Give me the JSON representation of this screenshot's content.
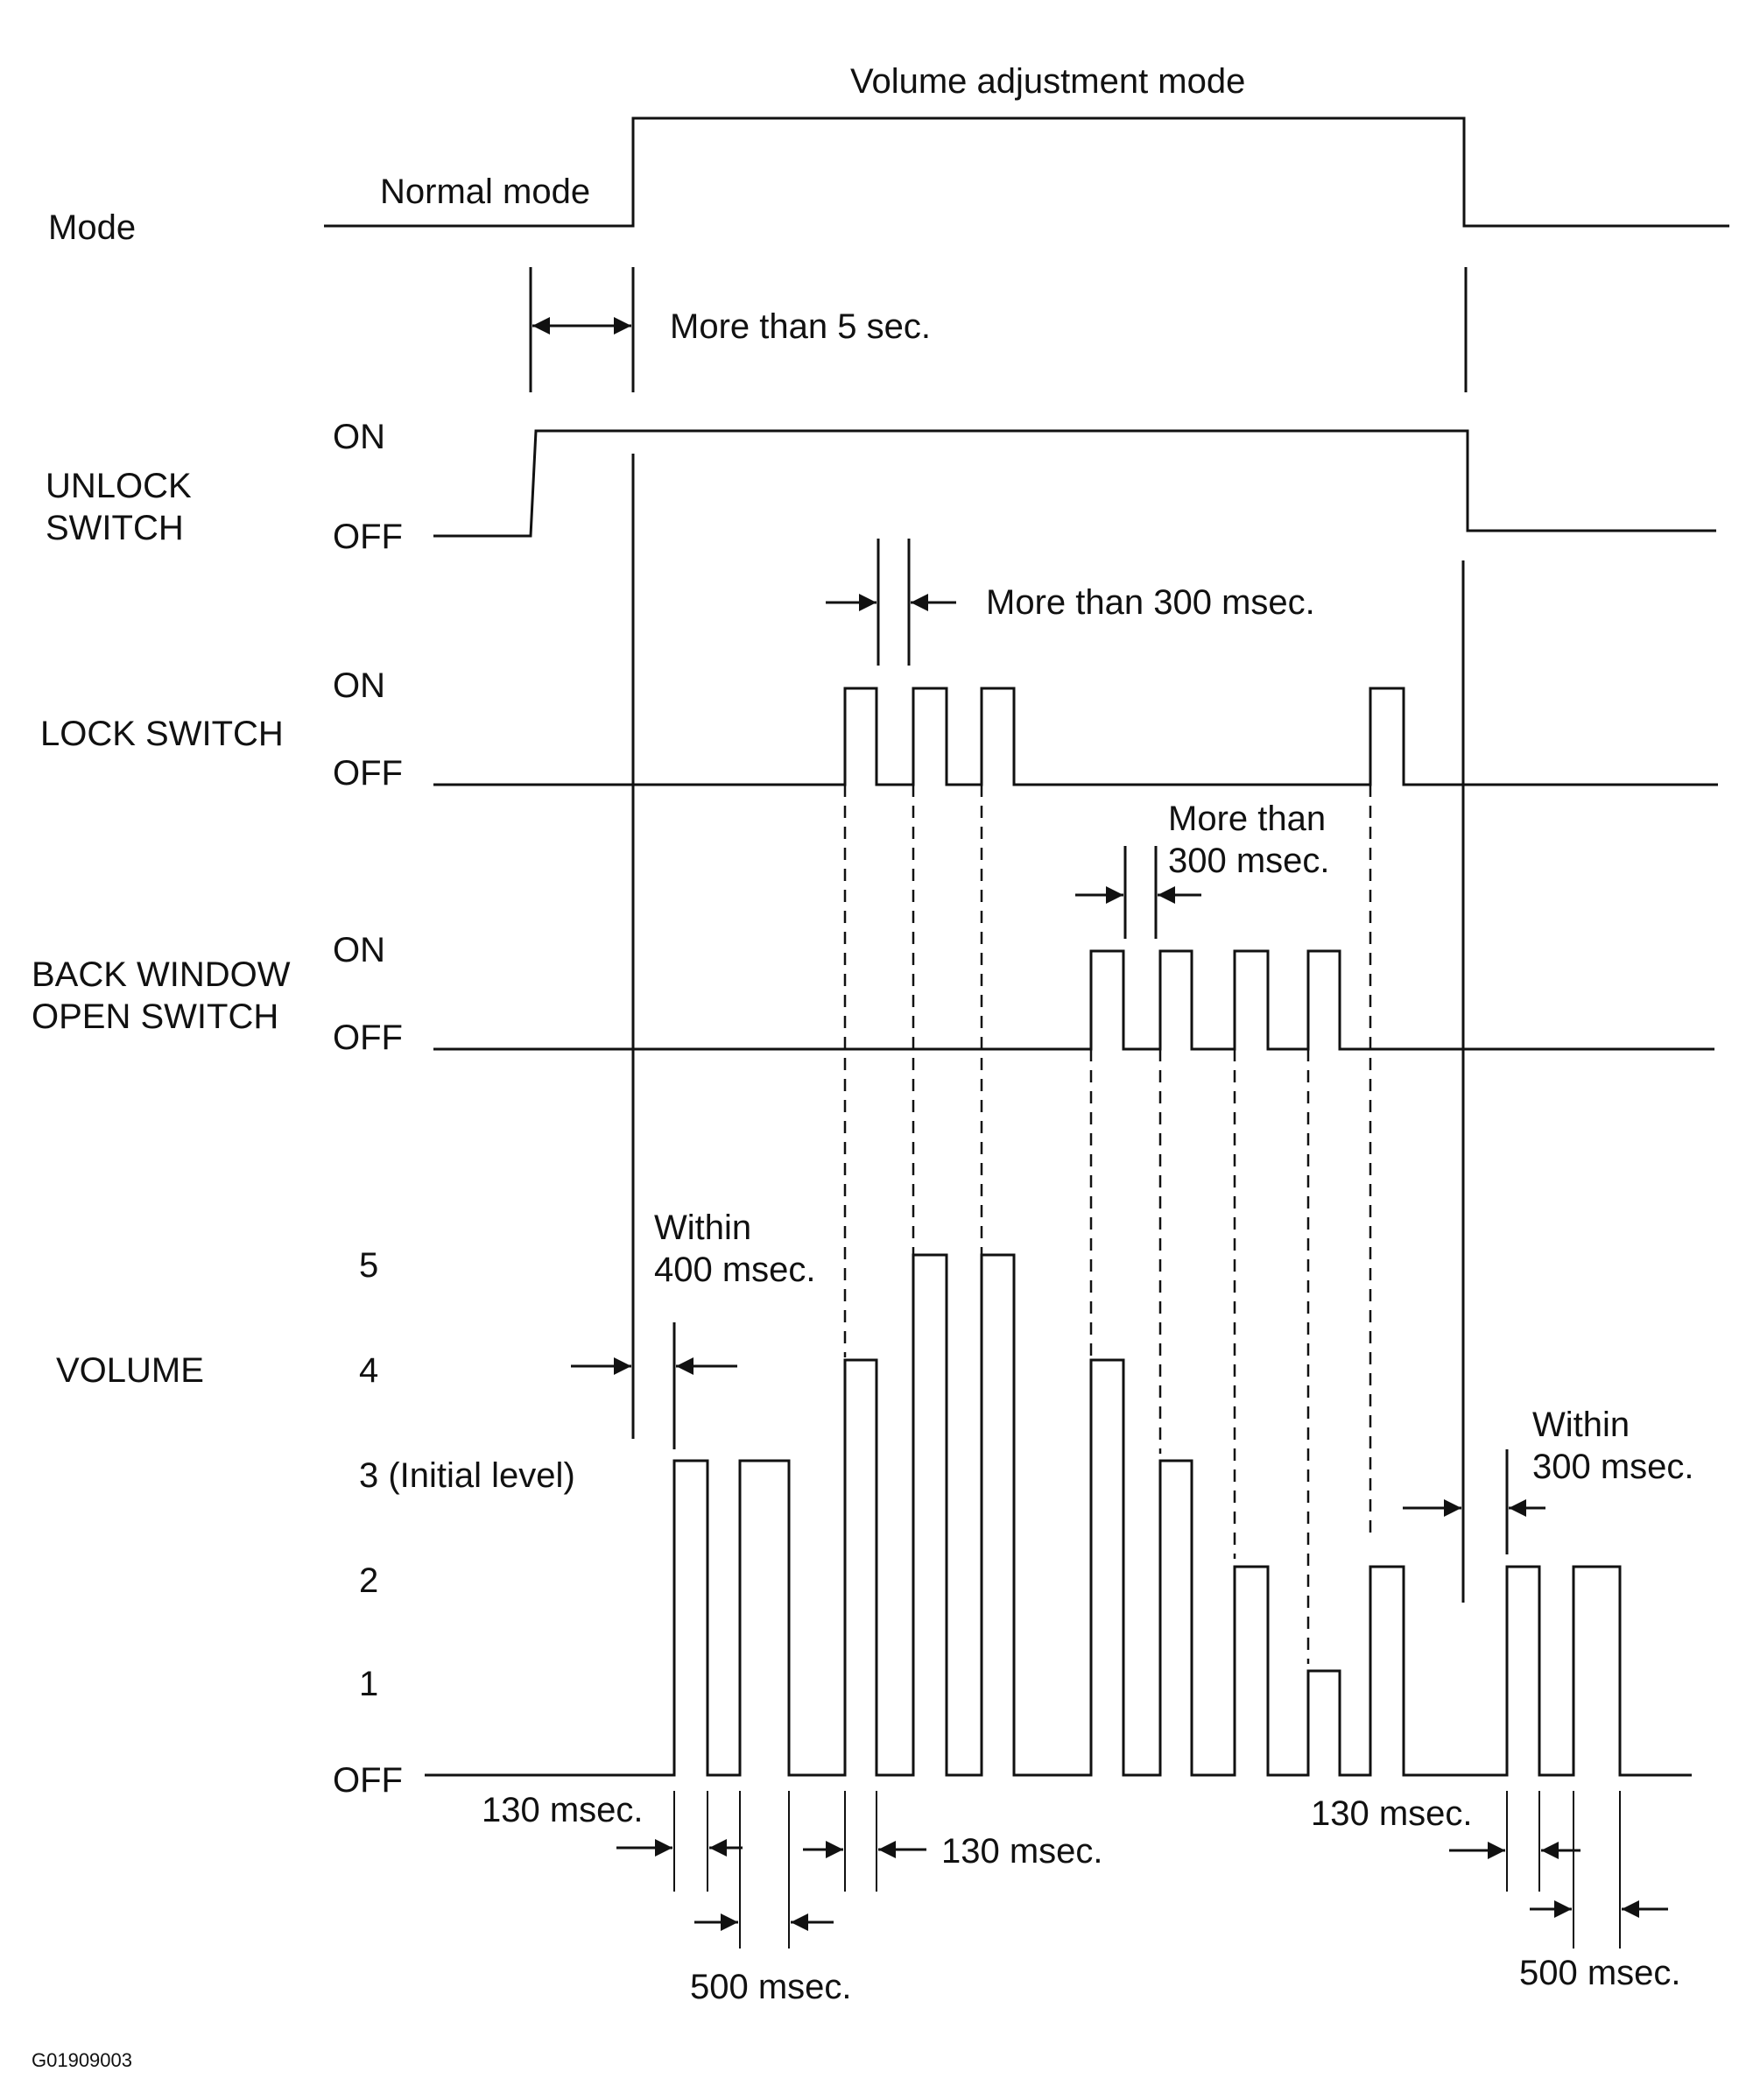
{
  "rows": {
    "mode": "Mode",
    "unlock_switch": [
      "UNLOCK",
      "SWITCH"
    ],
    "lock_switch": "LOCK SWITCH",
    "back_window_open_switch": [
      "BACK WINDOW",
      "OPEN SWITCH"
    ],
    "volume": "VOLUME"
  },
  "modes": {
    "normal": "Normal mode",
    "volume_adjustment": "Volume adjustment mode"
  },
  "states": {
    "on": "ON",
    "off": "OFF"
  },
  "volume_levels": {
    "level_5": "5",
    "level_4": "4",
    "level_3": "3 (Initial level)",
    "level_2": "2",
    "level_1": "1",
    "level_off": "OFF"
  },
  "annotations": {
    "more_than_5_sec": "More than 5 sec.",
    "lock_more_than_300": "More than 300 msec.",
    "back_more_than_300": [
      "More than",
      "300 msec."
    ],
    "within_400": [
      "Within",
      "400 msec."
    ],
    "within_300": [
      "Within",
      "300 msec."
    ],
    "ms130_left": "130 msec.",
    "ms130_middle": "130 msec.",
    "ms130_right": "130 msec.",
    "ms500_left": "500 msec.",
    "ms500_right": "500 msec."
  },
  "figure_id": "G01909003"
}
